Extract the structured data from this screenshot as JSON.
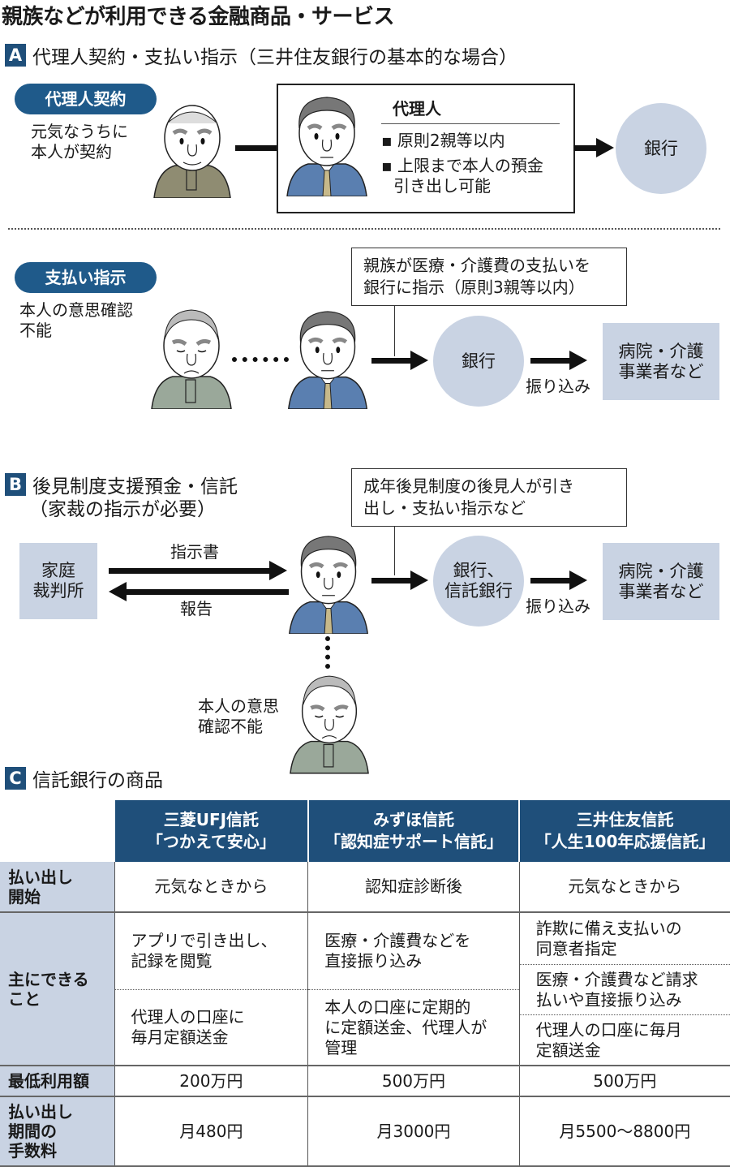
{
  "title": "親族などが利用できる金融商品・サービス",
  "sectionA": {
    "badge": "A",
    "heading": "代理人契約・支払い指示（三井住友銀行の基本的な場合）",
    "agent_contract": {
      "pill": "代理人契約",
      "desc_line1": "元気なうちに",
      "desc_line2": "本人が契約",
      "agent_box_title": "代理人",
      "bullet1": "原則2親等以内",
      "bullet2_line1": "上限まで本人の預金",
      "bullet2_line2": "引き出し可能",
      "bank": "銀行"
    },
    "payment_instruction": {
      "pill": "支払い指示",
      "desc_line1": "本人の意思確認",
      "desc_line2": "不能",
      "callout_line1": "親族が医療・介護費の支払いを",
      "callout_line2": "銀行に指示（原則3親等以内）",
      "bank": "銀行",
      "transfer_label": "振り込み",
      "dest_line1": "病院・介護",
      "dest_line2": "事業者など"
    }
  },
  "sectionB": {
    "badge": "B",
    "heading_line1": "後見制度支援預金・信託",
    "heading_line2": "（家裁の指示が必要）",
    "callout_line1": "成年後見制度の後見人が引き",
    "callout_line2": "出し・支払い指示など",
    "court_line1": "家庭",
    "court_line2": "裁判所",
    "instruction_label": "指示書",
    "report_label": "報告",
    "bank_line1": "銀行、",
    "bank_line2": "信託銀行",
    "transfer_label": "振り込み",
    "dest_line1": "病院・介護",
    "dest_line2": "事業者など",
    "person_line1": "本人の意思",
    "person_line2": "確認不能"
  },
  "sectionC": {
    "badge": "C",
    "heading": "信託銀行の商品",
    "columns": [
      {
        "name": "三菱UFJ信託",
        "product": "「つかえて安心」"
      },
      {
        "name": "みずほ信託",
        "product": "「認知症サポート信託」"
      },
      {
        "name": "三井住友信託",
        "product": "「人生100年応援信託」"
      }
    ],
    "rows": {
      "start": {
        "label_line1": "払い出し",
        "label_line2": "開始",
        "values": [
          "元気なときから",
          "認知症診断後",
          "元気なときから"
        ]
      },
      "features": {
        "label_line1": "主にできる",
        "label_line2": "こと",
        "col1": [
          [
            "アプリで引き出し、",
            "記録を閲覧"
          ],
          [
            "代理人の口座に",
            "毎月定額送金"
          ]
        ],
        "col2": [
          [
            "医療・介護費などを",
            "直接振り込み"
          ],
          [
            "本人の口座に定期的",
            "に定額送金、代理人が",
            "管理"
          ]
        ],
        "col3": [
          [
            "詐欺に備え支払いの",
            "同意者指定"
          ],
          [
            "医療・介護費など請求",
            "払いや直接振り込み"
          ],
          [
            "代理人の口座に毎月",
            "定額送金"
          ]
        ]
      },
      "minimum": {
        "label": "最低利用額",
        "values": [
          "200万円",
          "500万円",
          "500万円"
        ]
      },
      "fee": {
        "label_line1": "払い出し",
        "label_line2": "期間の",
        "label_line3": "手数料",
        "values": [
          "月480円",
          "月3000円",
          "月5500～8800円"
        ]
      }
    }
  },
  "colors": {
    "navy": "#1f4f7a",
    "pill_blue": "#1f5a8a",
    "light_blue": "#c9d3e3",
    "shirt_olive": "#8f8c72",
    "shirt_green": "#9aa89a",
    "suit_blue": "#5a7fb0",
    "tie": "#c7b98a"
  }
}
